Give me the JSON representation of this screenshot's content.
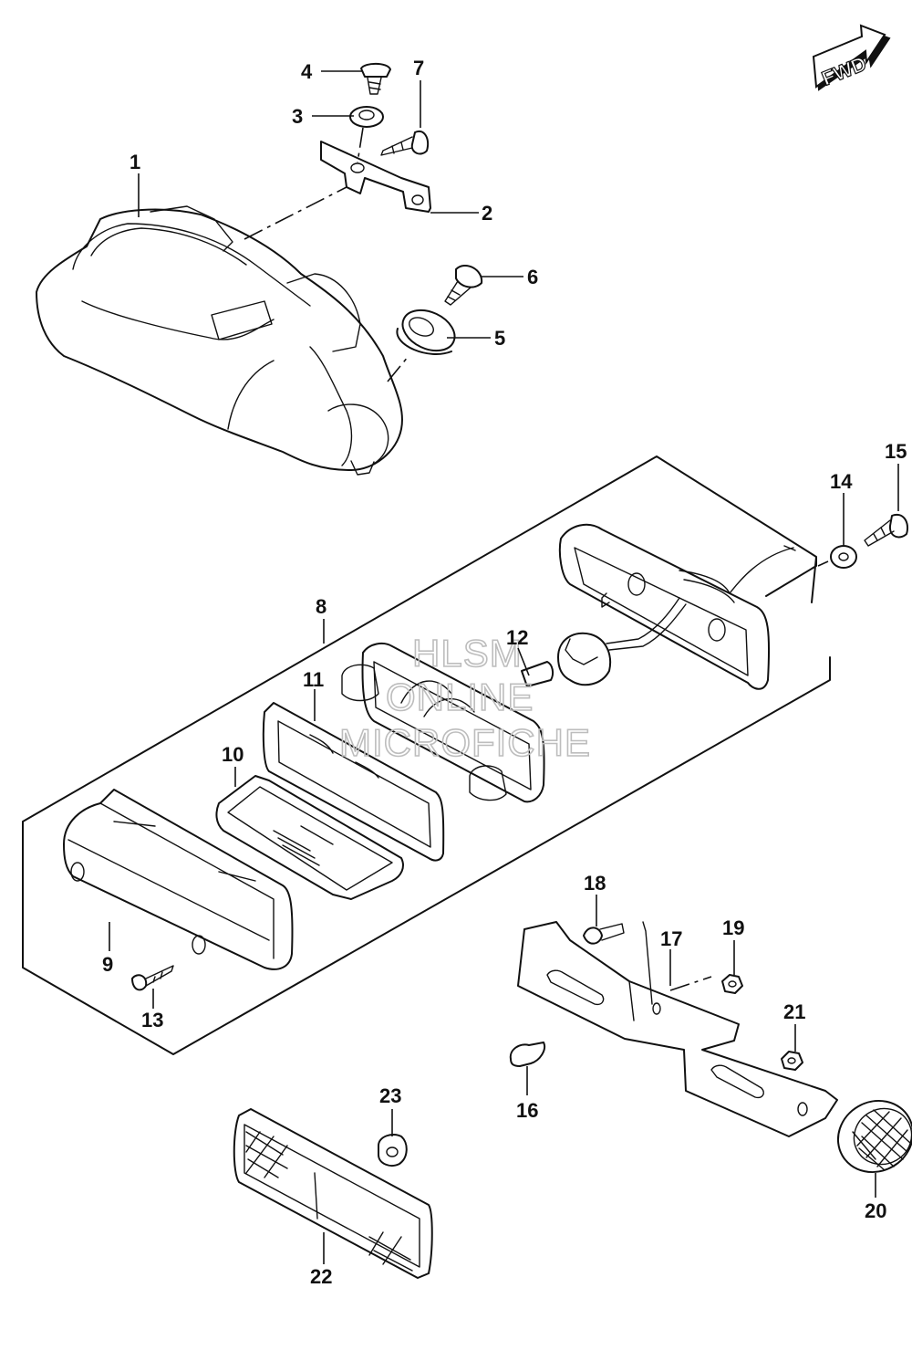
{
  "diagram": {
    "direction_badge": "FWD",
    "watermark": {
      "line1": "HLSM",
      "line2": "ONLINE",
      "line3": "MICROFICHE"
    },
    "callouts": [
      "1",
      "2",
      "3",
      "4",
      "5",
      "6",
      "7",
      "8",
      "9",
      "10",
      "11",
      "12",
      "13",
      "14",
      "15",
      "16",
      "17",
      "18",
      "19",
      "20",
      "21",
      "22",
      "23"
    ]
  }
}
